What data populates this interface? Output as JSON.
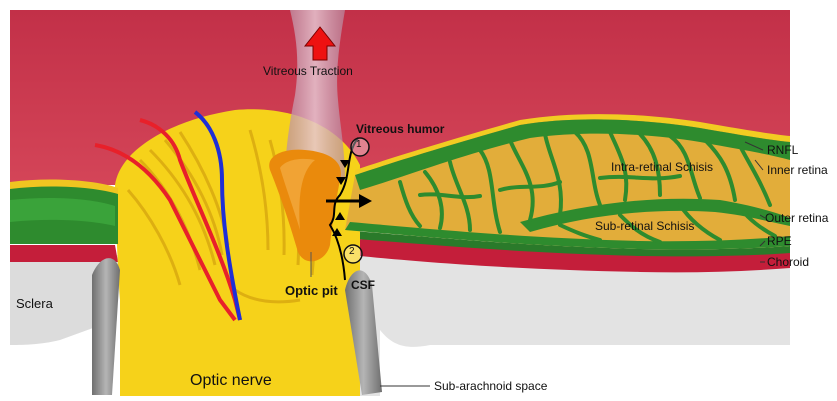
{
  "labels": {
    "vitreous_traction": "Vitreous Traction",
    "vitreous_humor": "Vitreous humor",
    "optic_pit": "Optic pit",
    "csf": "CSF",
    "step_1": "1",
    "step_2": "2",
    "rnfl": "RNFL",
    "inner_retina": "Inner retina",
    "outer_retina": "Outer retina",
    "rpe": "RPE",
    "choroid": "Choroid",
    "intra_retinal_schisis": "Intra-retinal Schisis",
    "sub_retinal_schisis": "Sub-retinal Schisis",
    "sclera": "Sclera",
    "optic_nerve": "Optic nerve",
    "sub_arachnoid_space": "Sub-arachnoid space"
  },
  "colors": {
    "vitreous": "#c4344a",
    "sclera": "#e3e3e3",
    "choroid": "#c41e3a",
    "retina_green": "#2e8b2e",
    "schisis_fill": "#e2ad3a",
    "optic_nerve": "#f6d21a",
    "optic_pit": "#ea8a0c",
    "artery": "#e8202a",
    "vein": "#1f2fd6",
    "traction_arrow": "#ee1111"
  }
}
